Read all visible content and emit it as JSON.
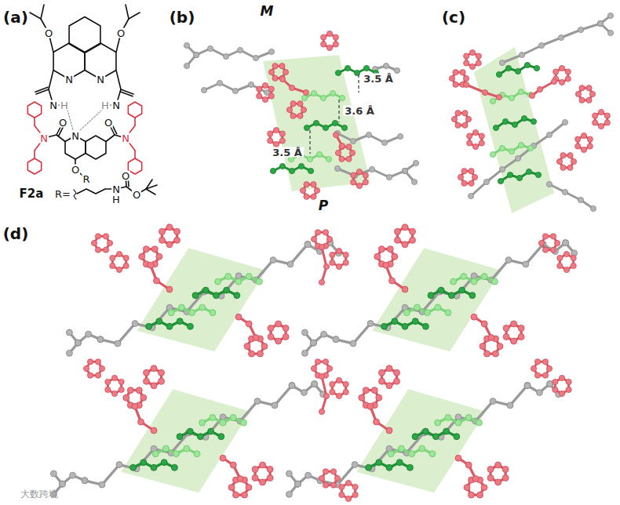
{
  "diagram": {
    "labels": [
      "(a)",
      "(b)",
      "(c)",
      "(d)",
      "M",
      "P",
      "3.5 Å",
      "3.6 Å",
      "3.5 Å",
      "O",
      "O",
      "N",
      "N",
      "N",
      "H",
      "H",
      "N",
      "O",
      "O",
      "N",
      "N",
      "N",
      "O",
      "R",
      "F2a",
      "R=",
      "N",
      "H",
      "O",
      "O",
      "大数跨境"
    ]
  }
}
